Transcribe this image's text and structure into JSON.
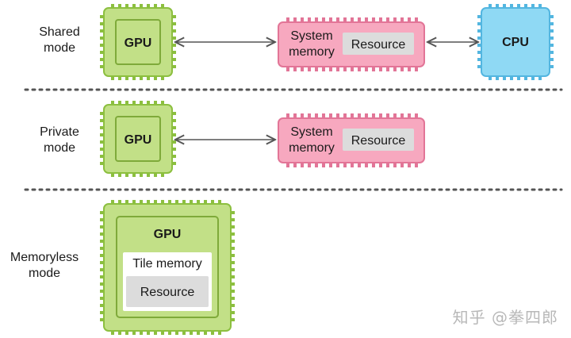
{
  "rows": {
    "shared": {
      "label": "Shared\nmode"
    },
    "private": {
      "label": "Private\nmode"
    },
    "memoryless": {
      "label": "Memoryless\nmode"
    }
  },
  "chips": {
    "gpu": "GPU",
    "cpu": "CPU",
    "system_memory_line1": "System",
    "system_memory_line2": "memory",
    "resource": "Resource",
    "tile_memory": "Tile memory"
  },
  "colors": {
    "gpu_fill": "#c2e087",
    "gpu_border": "#8cbf3f",
    "cpu_fill": "#8fd9f4",
    "cpu_border": "#53b6e0",
    "memory_fill": "#f7a8bf",
    "memory_border": "#e27597",
    "resource_fill": "#dcdcdc",
    "separator": "#555555"
  },
  "watermark": "知乎 @拳四郎"
}
